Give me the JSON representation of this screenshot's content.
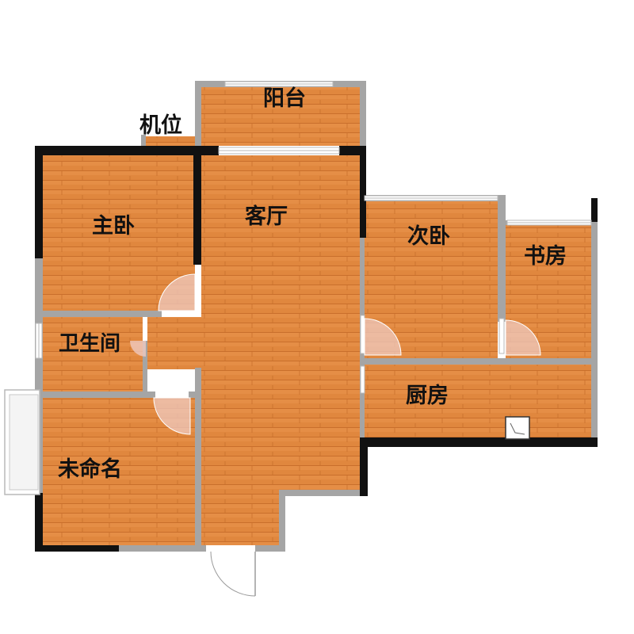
{
  "floorplan": {
    "rooms": [
      {
        "id": "balcony",
        "label": "阳台"
      },
      {
        "id": "ac-unit",
        "label": "机位"
      },
      {
        "id": "master-bedroom",
        "label": "主卧"
      },
      {
        "id": "living-room",
        "label": "客厅"
      },
      {
        "id": "second-bedroom",
        "label": "次卧"
      },
      {
        "id": "study",
        "label": "书房"
      },
      {
        "id": "bathroom",
        "label": "卫生间"
      },
      {
        "id": "kitchen",
        "label": "厨房"
      },
      {
        "id": "unnamed-room",
        "label": "未命名"
      }
    ]
  },
  "colors": {
    "floor": "#e0873e",
    "floor_plank_line": "#c96f2c",
    "floor_highlight": "#ee9a52",
    "wall_interior": "#a5a5a5",
    "wall_exterior": "#111111",
    "window_frame": "#b9b9b9",
    "window_glass": "#ffffff",
    "door_swing": "#efc9c0"
  }
}
